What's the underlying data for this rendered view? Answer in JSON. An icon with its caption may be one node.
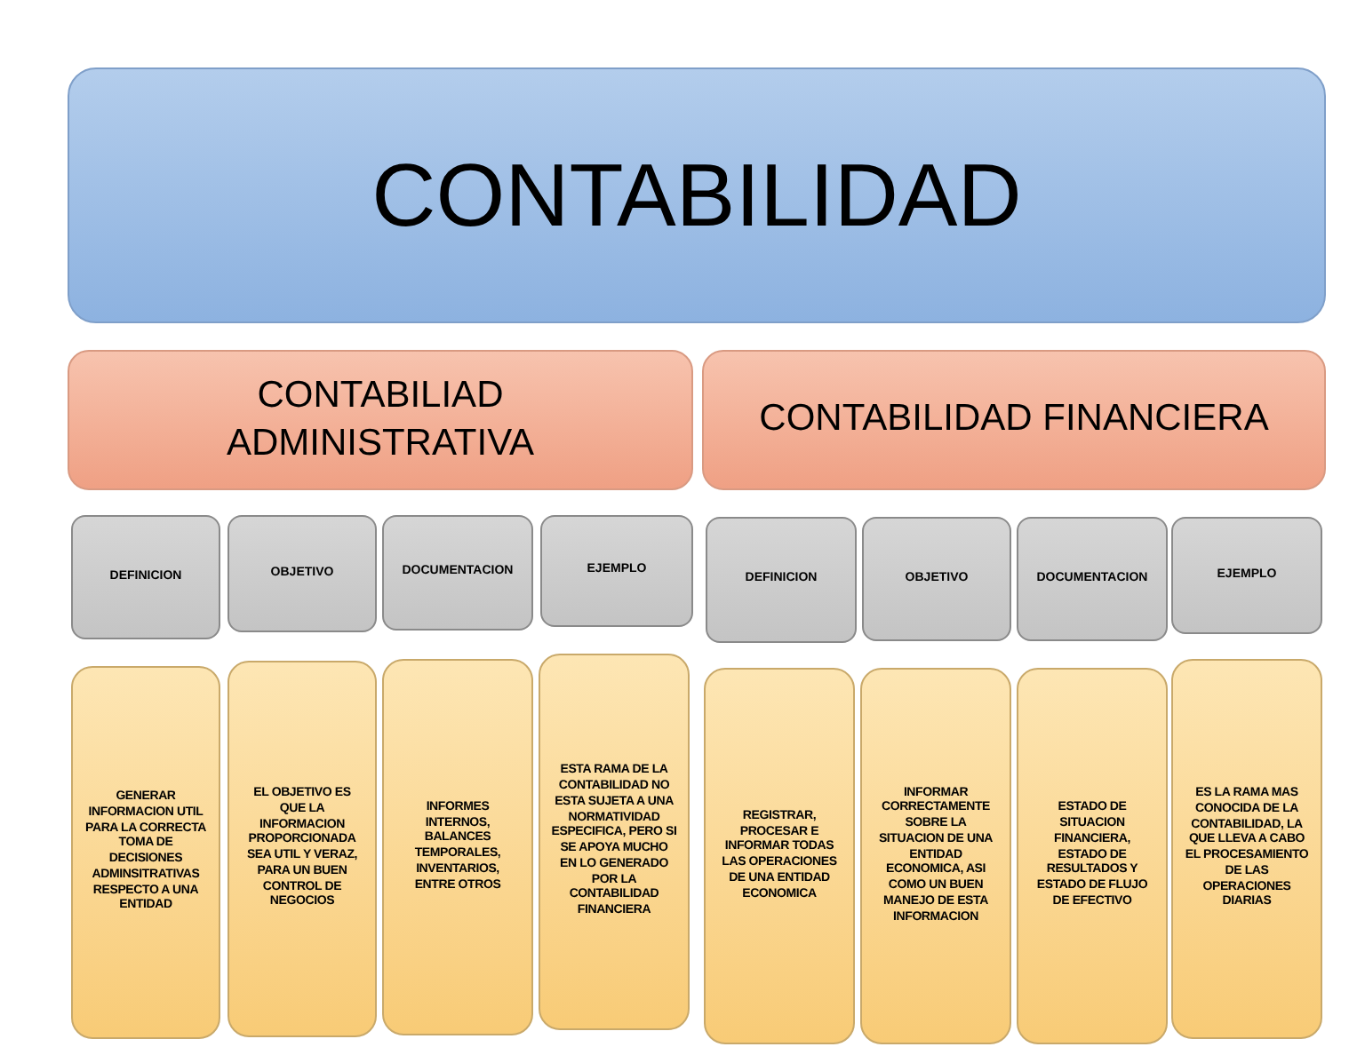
{
  "diagram": {
    "nodes": [
      {
        "text": [
          "CONTABILIDAD"
        ]
      },
      {
        "text": [
          "CONTABILIAD ADMINISTRATIVA"
        ]
      },
      {
        "text": [
          "CONTABILIDAD FINANCIERA"
        ]
      },
      {
        "text": [
          "DEFINICION"
        ]
      },
      {
        "text": [
          "OBJETIVO"
        ]
      },
      {
        "text": [
          "DOCUMENTACION"
        ]
      },
      {
        "text": [
          "EJEMPLO"
        ]
      },
      {
        "text": [
          "DEFINICION"
        ]
      },
      {
        "text": [
          "OBJETIVO"
        ]
      },
      {
        "text": [
          "DOCUMENTACION"
        ]
      },
      {
        "text": [
          "EJEMPLO"
        ]
      },
      {
        "text": [
          "GENERAR INFORMACION UTIL PARA LA CORRECTA TOMA DE DECISIONES ADMINSITRATIVAS RESPECTO A UNA ENTIDAD"
        ]
      },
      {
        "text": [
          "EL OBJETIVO ES QUE LA INFORMACION PROPORCIONADA SEA UTIL Y VERAZ, PARA UN BUEN CONTROL DE NEGOCIOS"
        ]
      },
      {
        "text": [
          "INFORMES INTERNOS, BALANCES TEMPORALES, INVENTARIOS, ENTRE OTROS"
        ]
      },
      {
        "text": [
          "ESTA RAMA DE LA CONTABILIDAD NO ESTA SUJETA A UNA NORMATIVIDAD ESPECIFICA, PERO SI SE APOYA MUCHO EN LO GENERADO POR LA CONTABILIDAD FINANCIERA"
        ]
      },
      {
        "text": [
          "REGISTRAR, PROCESAR E INFORMAR TODAS LAS OPERACIONES DE UNA ENTIDAD ECONOMICA"
        ]
      },
      {
        "text": [
          "INFORMAR CORRECTAMENTE SOBRE LA SITUACION DE UNA ENTIDAD ECONOMICA, ASI COMO UN BUEN MANEJO DE ESTA INFORMACION"
        ]
      },
      {
        "text": [
          "ESTADO DE SITUACION FINANCIERA, ESTADO DE RESULTADOS Y ESTADO DE FLUJO DE EFECTIVO"
        ]
      },
      {
        "text": [
          "ES LA RAMA MAS CONOCIDA DE LA CONTABILIDAD, LA QUE LLEVA A CABO EL PROCESAMIENTO DE LAS OPERACIONES DIARIAS"
        ]
      }
    ]
  }
}
